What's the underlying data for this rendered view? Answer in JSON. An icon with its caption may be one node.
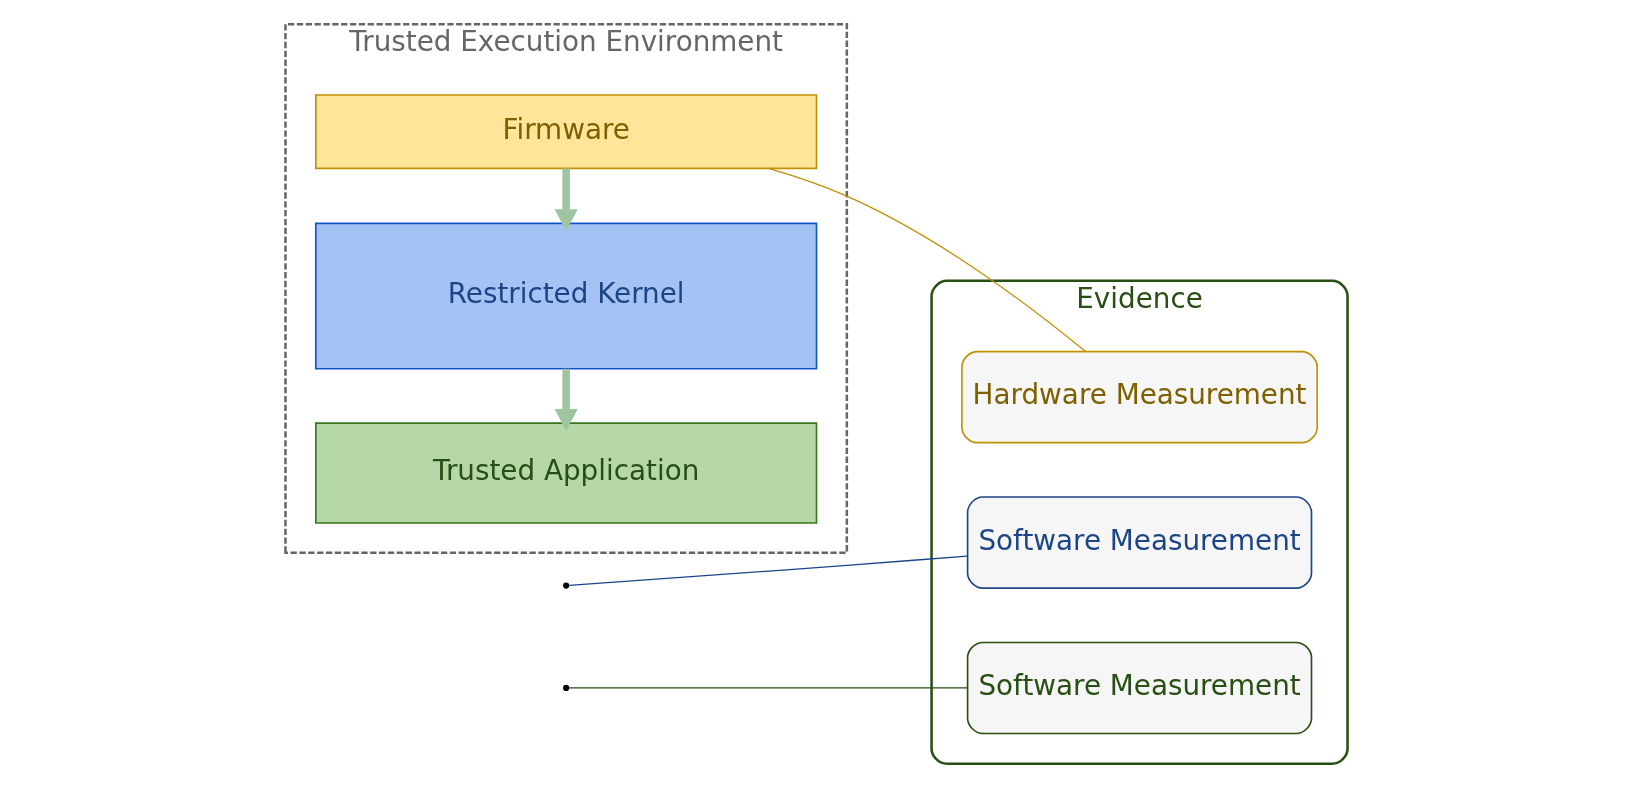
{
  "diagram": {
    "nodes": [
      {
        "text": [
          "Trusted Execution Environment"
        ]
      },
      {
        "text": [
          "Firmware"
        ],
        "in": 0
      },
      {
        "text": [
          "Restricted Kernel"
        ],
        "in": 0
      },
      {
        "text": [
          "Trusted Application"
        ],
        "in": 0
      },
      {
        "text": [
          "Evidence"
        ]
      },
      {
        "text": [
          "Hardware Measurement"
        ],
        "in": 4
      },
      {
        "text": [
          "Software Measurement"
        ],
        "in": 4
      },
      {
        "text": [
          "Software Measurement"
        ],
        "in": 4
      }
    ],
    "edges": [
      {
        "from": 1,
        "to": 2,
        "arrow": "to",
        "style": "thick"
      },
      {
        "from": 2,
        "to": 3,
        "arrow": "to",
        "style": "thick"
      },
      {
        "from": 5,
        "to": 1,
        "arrow": "none",
        "color": "#bf9000"
      },
      {
        "from": 6,
        "to": null,
        "arrow": "none",
        "color": "#1c4587"
      },
      {
        "from": 7,
        "to": null,
        "arrow": "none",
        "color": "#274e13"
      }
    ]
  }
}
